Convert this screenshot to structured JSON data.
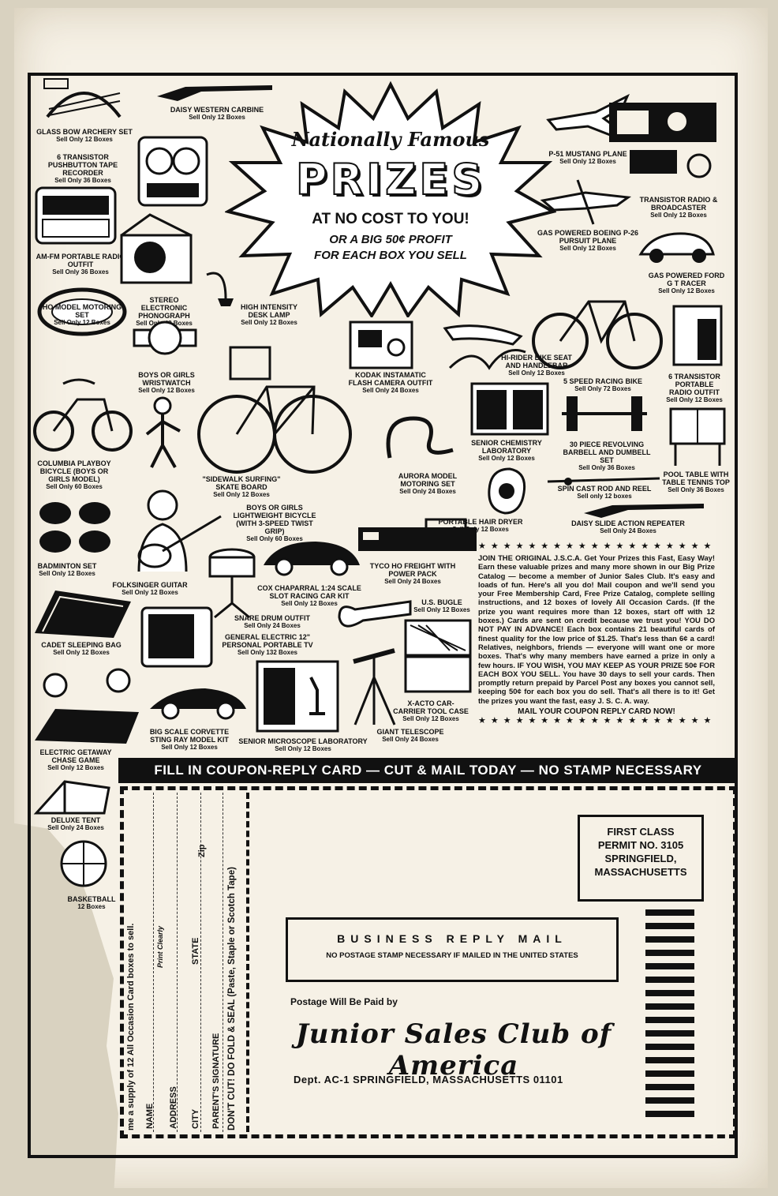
{
  "headline": {
    "line1": "Nationally Famous",
    "line2": "PRIZES",
    "line3": "AT NO COST TO YOU!",
    "line4a": "OR A BIG 50¢ PROFIT",
    "line4b": "FOR EACH BOX YOU SELL"
  },
  "prizes": [
    {
      "name": "GLASS BOW ARCHERY SET",
      "sell": "Sell Only 12 Boxes"
    },
    {
      "name": "DAISY WESTERN CARBINE",
      "sell": "Sell Only 12 Boxes"
    },
    {
      "name": "6 TRANSISTOR PUSHBUTTON TAPE RECORDER",
      "sell": "Sell Only 36 Boxes"
    },
    {
      "name": "P-51 MUSTANG PLANE",
      "sell": "Sell Only 12 Boxes"
    },
    {
      "name": "TRANSISTOR RADIO & BROADCASTER",
      "sell": "Sell Only 12 Boxes"
    },
    {
      "name": "AM-FM PORTABLE RADIO OUTFIT",
      "sell": "Sell Only 36 Boxes"
    },
    {
      "name": "GAS POWERED BOEING P-26 PURSUIT PLANE",
      "sell": "Sell Only 12 Boxes"
    },
    {
      "name": "GAS POWERED FORD G T RACER",
      "sell": "Sell Only 12 Boxes"
    },
    {
      "name": "HO MODEL MOTORING SET",
      "sell": "Sell Only 12 Boxes"
    },
    {
      "name": "STEREO ELECTRONIC PHONOGRAPH",
      "sell": "Sell Only 48 Boxes"
    },
    {
      "name": "HIGH INTENSITY DESK LAMP",
      "sell": "Sell Only 12 Boxes"
    },
    {
      "name": "HI-RIDER BIKE SEAT AND HANDLEBAR",
      "sell": "Sell Only 12 Boxes"
    },
    {
      "name": "KODAK INSTAMATIC FLASH CAMERA OUTFIT",
      "sell": "Sell Only 24 Boxes"
    },
    {
      "name": "BOYS OR GIRLS WRISTWATCH",
      "sell": "Sell Only 12 Boxes"
    },
    {
      "name": "5 SPEED RACING BIKE",
      "sell": "Sell Only 72 Boxes"
    },
    {
      "name": "6 TRANSISTOR PORTABLE RADIO OUTFIT",
      "sell": "Sell Only 12 Boxes"
    },
    {
      "name": "COLUMBIA PLAYBOY BICYCLE (Boys or Girls Model)",
      "sell": "Sell Only 60 Boxes"
    },
    {
      "name": "\"SIDEWALK SURFING\" SKATE BOARD",
      "sell": "Sell Only 12 Boxes"
    },
    {
      "name": "SENIOR CHEMISTRY LABORATORY",
      "sell": "Sell Only 12 Boxes"
    },
    {
      "name": "30 PIECE REVOLVING BARBELL AND DUMBELL SET",
      "sell": "Sell Only 36 Boxes"
    },
    {
      "name": "AURORA MODEL MOTORING SET",
      "sell": "Sell Only 24 Boxes"
    },
    {
      "name": "POOL TABLE WITH TABLE TENNIS TOP",
      "sell": "Sell Only 36 Boxes"
    },
    {
      "name": "SPIN CAST ROD AND REEL",
      "sell": "Sell only 12 boxes"
    },
    {
      "name": "BOYS OR GIRLS LIGHTWEIGHT BICYCLE (with 3-speed twist grip)",
      "sell": "Sell Only 60 Boxes"
    },
    {
      "name": "PORTABLE HAIR DRYER",
      "sell": "Sell Only 12 Boxes"
    },
    {
      "name": "DAISY SLIDE ACTION REPEATER",
      "sell": "Sell Only 24 Boxes"
    },
    {
      "name": "BADMINTON SET",
      "sell": "Sell Only 12 Boxes"
    },
    {
      "name": "FOLKSINGER GUITAR",
      "sell": "Sell Only 12 Boxes"
    },
    {
      "name": "COX CHAPARRAL 1:24 SCALE SLOT RACING CAR KIT",
      "sell": "Sell Only 12 Boxes"
    },
    {
      "name": "TYCO HO FREIGHT WITH POWER PACK",
      "sell": "Sell Only 24 Boxes"
    },
    {
      "name": "CADET SLEEPING BAG",
      "sell": "Sell Only 12 Boxes"
    },
    {
      "name": "SNARE DRUM OUTFIT",
      "sell": "Sell Only 24 Boxes"
    },
    {
      "name": "U.S. BUGLE",
      "sell": "Sell Only 12 Boxes"
    },
    {
      "name": "GENERAL ELECTRIC 12\" PERSONAL PORTABLE TV",
      "sell": "Sell Only 132 Boxes"
    },
    {
      "name": "X-ACTO CAR-CARRIER TOOL CASE",
      "sell": "Sell Only 12 Boxes"
    },
    {
      "name": "BIG SCALE CORVETTE STING RAY MODEL KIT",
      "sell": "Sell Only 12 Boxes"
    },
    {
      "name": "SENIOR MICROSCOPE LABORATORY",
      "sell": "Sell Only 12 Boxes"
    },
    {
      "name": "GIANT TELESCOPE",
      "sell": "Sell Only 24 Boxes"
    },
    {
      "name": "ELECTRIC GETAWAY CHASE GAME",
      "sell": "Sell Only 12 Boxes"
    },
    {
      "name": "DELUXE TENT",
      "sell": "Sell Only 24 Boxes"
    },
    {
      "name": "BASKETBALL",
      "sell": "12 Boxes"
    }
  ],
  "join": {
    "stars": "★★★★★★★★★★★★★★★★★★★★★★",
    "body": "JOIN THE ORIGINAL J.S.C.A. Get Your Prizes this Fast, Easy Way! Earn these valuable prizes and many more shown in our Big Prize Catalog — become a member of Junior Sales Club. It's easy and loads of fun. Here's all you do! Mail coupon and we'll send you your Free Membership Card, Free Prize Catalog, complete selling instructions, and 12 boxes of lovely All Occasion Cards. (If the prize you want requires more than 12 boxes, start off with 12 boxes.) Cards are sent on credit because we trust you! YOU DO NOT PAY IN ADVANCE! Each box contains 21 beautiful cards of finest quality for the low price of $1.25. That's less than 6¢ a card! Relatives, neighbors, friends — everyone will want one or more boxes. That's why many members have earned a prize in only a few hours. IF YOU WISH, YOU MAY KEEP AS YOUR PRIZE 50¢ FOR EACH BOX YOU SELL. You have 30 days to sell your cards. Then promptly return prepaid by Parcel Post any boxes you cannot sell, keeping 50¢ for each box you do sell. That's all there is to it! Get the prizes you want the fast, easy J. S. C. A. way.",
    "cta": "MAIL YOUR COUPON REPLY CARD NOW!"
  },
  "banner": "FILL IN COUPON-REPLY CARD — CUT & MAIL TODAY — NO STAMP NECESSARY",
  "coupon": {
    "send_line": "me a supply of 12 All Occasion Card boxes to sell.",
    "print_clearly": "Print Clearly",
    "name": "NAME",
    "address": "ADDRESS",
    "city": "CITY",
    "state": "STATE",
    "zip": "Zip",
    "parent": "PARENT'S SIGNATURE",
    "dont_cut": "DON'T CUT! DO FOLD & SEAL (Paste, Staple or Scotch Tape)"
  },
  "permit": {
    "l1": "FIRST CLASS",
    "l2": "PERMIT NO. 3105",
    "l3": "SPRINGFIELD,",
    "l4": "MASSACHUSETTS"
  },
  "reply": {
    "title": "BUSINESS REPLY MAIL",
    "sub": "NO POSTAGE STAMP NECESSARY IF MAILED IN THE UNITED STATES"
  },
  "paid_by": "Postage Will Be Paid by",
  "club": "Junior Sales Club of America",
  "dept": "Dept. AC-1 SPRINGFIELD, MASSACHUSETTS 01101"
}
